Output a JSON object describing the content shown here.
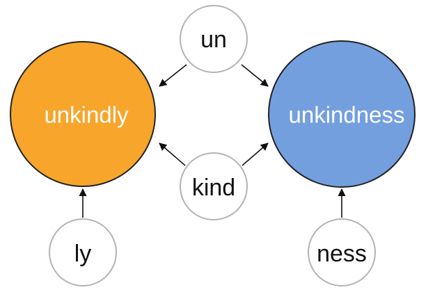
{
  "nodes": {
    "unkindly": {
      "label": "unkindly",
      "fill": "#F7A52B"
    },
    "unkindness": {
      "label": "unkindness",
      "fill": "#739FDF"
    },
    "un": {
      "label": "un"
    },
    "kind": {
      "label": "kind"
    },
    "ly": {
      "label": "ly"
    },
    "ness": {
      "label": "ness"
    }
  },
  "edges": [
    {
      "from": "un",
      "to": "unkindly"
    },
    {
      "from": "un",
      "to": "unkindness"
    },
    {
      "from": "kind",
      "to": "unkindly"
    },
    {
      "from": "kind",
      "to": "unkindness"
    },
    {
      "from": "ly",
      "to": "unkindly"
    },
    {
      "from": "ness",
      "to": "unkindness"
    }
  ],
  "colors": {
    "stroke": "#222222",
    "small_stroke": "#b3b3b3",
    "arrow": "#111111"
  }
}
